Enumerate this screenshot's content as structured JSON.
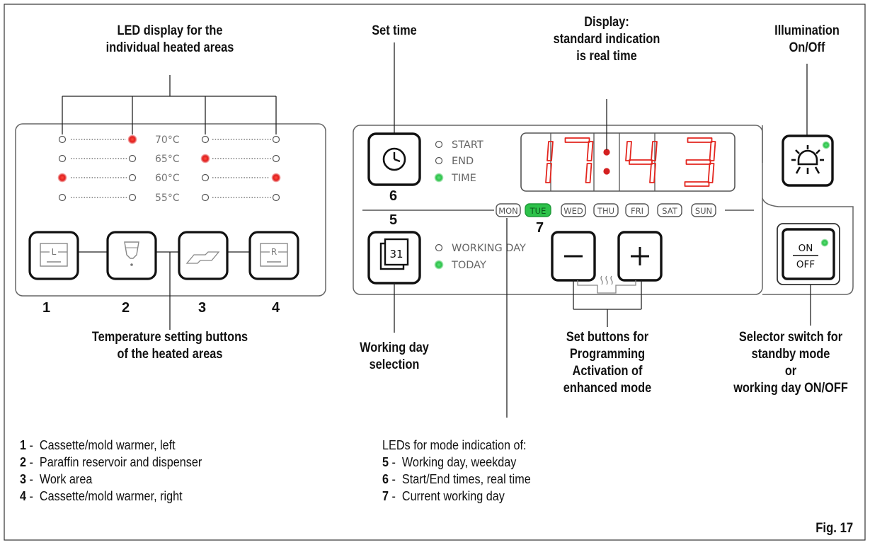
{
  "labels": {
    "led_display": [
      "LED display for the",
      "individual heated areas"
    ],
    "set_time": [
      "Set time"
    ],
    "display": [
      "Display:",
      "standard indication",
      "is real time"
    ],
    "illumination": [
      "Illumination",
      "On/Off"
    ],
    "temp_buttons": [
      "Temperature setting buttons",
      "of the heated areas"
    ],
    "working_day_selection": [
      "Working day",
      "selection"
    ],
    "set_buttons": [
      "Set buttons for",
      "Programming",
      "Activation of",
      "enhanced mode"
    ],
    "selector_switch": [
      "Selector switch for",
      "standby mode",
      "or",
      "working day ON/OFF"
    ]
  },
  "numbers": {
    "n1": "1",
    "n2": "2",
    "n3": "3",
    "n4": "4",
    "n5": "5",
    "n6": "6",
    "n7": "7"
  },
  "temperatures": [
    "70°C",
    "65°C",
    "60°C",
    "55°C"
  ],
  "time_modes": [
    "START",
    "END",
    "TIME"
  ],
  "day_modes": [
    "WORKING DAY",
    "TODAY"
  ],
  "weekdays": [
    "MON",
    "TUE",
    "WED",
    "THU",
    "FRI",
    "SAT",
    "SUN"
  ],
  "clock": {
    "digits": [
      "1",
      "7",
      "4",
      "3"
    ]
  },
  "calendar_number": "31",
  "onoff": {
    "on": "ON",
    "off": "OFF"
  },
  "legend_left": [
    {
      "num": "1",
      "text": "Cassette/mold warmer, left"
    },
    {
      "num": "2",
      "text": "Paraffin reservoir and dispenser"
    },
    {
      "num": "3",
      "text": "Work area"
    },
    {
      "num": "4",
      "text": "Cassette/mold warmer, right"
    }
  ],
  "legend_right": {
    "title": "LEDs for mode indication of:",
    "items": [
      {
        "num": "5",
        "text": "Working day, weekday"
      },
      {
        "num": "6",
        "text": "Start/End times, real time"
      },
      {
        "num": "7",
        "text": "Current working day"
      }
    ]
  },
  "figure": "Fig. 17",
  "colors": {
    "led_red": "#e02020",
    "led_green": "#2dc24a",
    "digit_red": "#e3261f"
  }
}
